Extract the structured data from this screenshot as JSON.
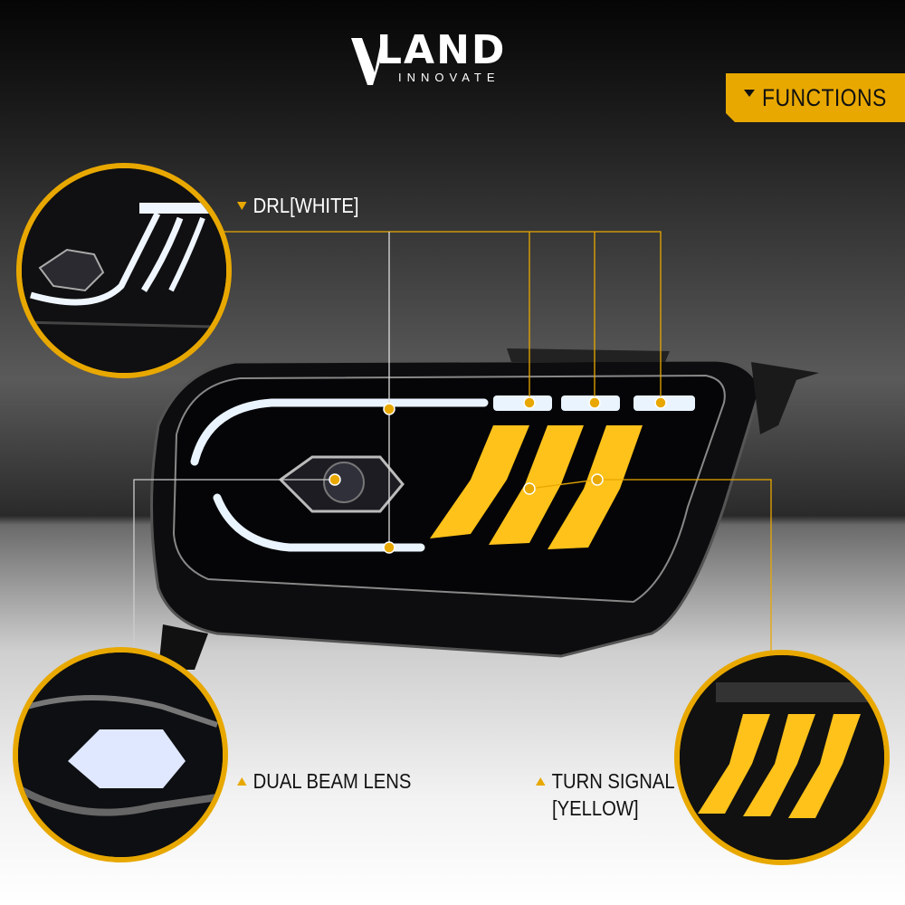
{
  "logo": {
    "brand": "LAND",
    "brand_full": "VLAND",
    "tagline": "INNOVATE"
  },
  "functions_tag": {
    "label": "FUNCTIONS",
    "icon": "triangle-down-icon"
  },
  "callouts": [
    {
      "label": "DRL[WHITE]",
      "icon": "triangle-down-icon"
    },
    {
      "label": "DUAL BEAM LENS",
      "icon": "triangle-up-icon"
    },
    {
      "label": "TURN SIGNAL",
      "label2": "[YELLOW]",
      "icon": "triangle-up-icon"
    }
  ],
  "colors": {
    "accent": "#e8a800",
    "drl": "#eaf4ff",
    "turn": "#ffc21a"
  }
}
